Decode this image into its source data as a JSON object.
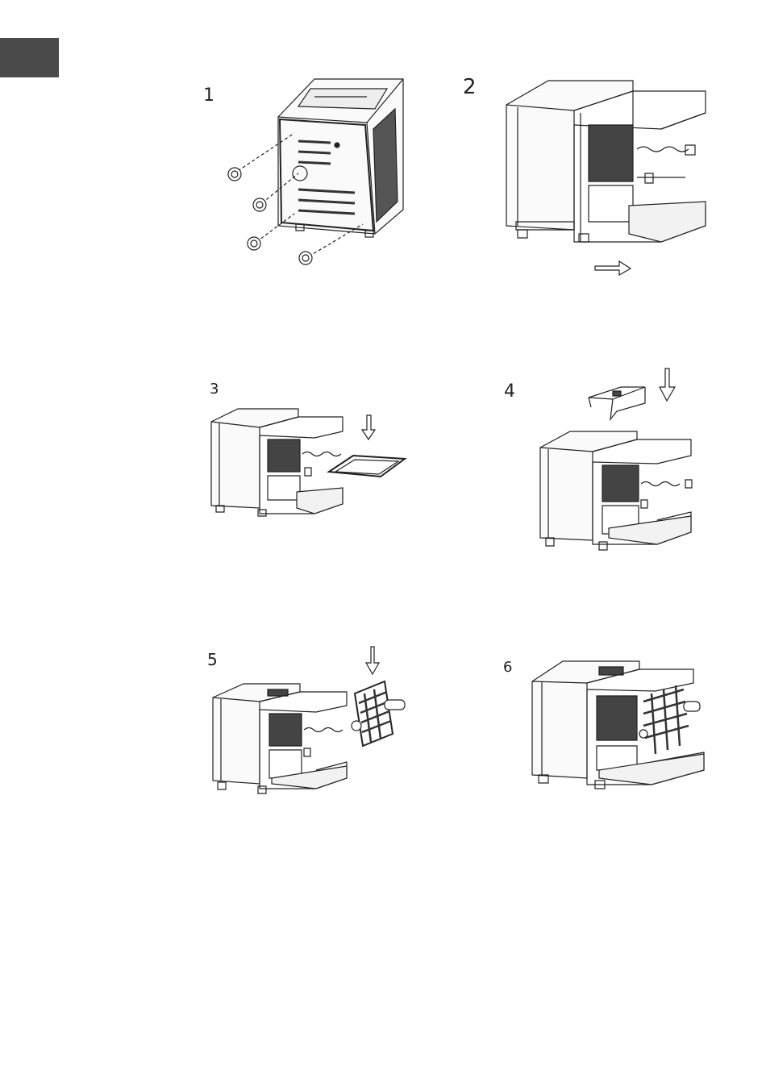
{
  "page": {
    "side_tab_color": "#4a4a4a"
  },
  "steps": [
    {
      "number": "1"
    },
    {
      "number": "2"
    },
    {
      "number": "3"
    },
    {
      "number": "4"
    },
    {
      "number": "5"
    },
    {
      "number": "6"
    }
  ]
}
